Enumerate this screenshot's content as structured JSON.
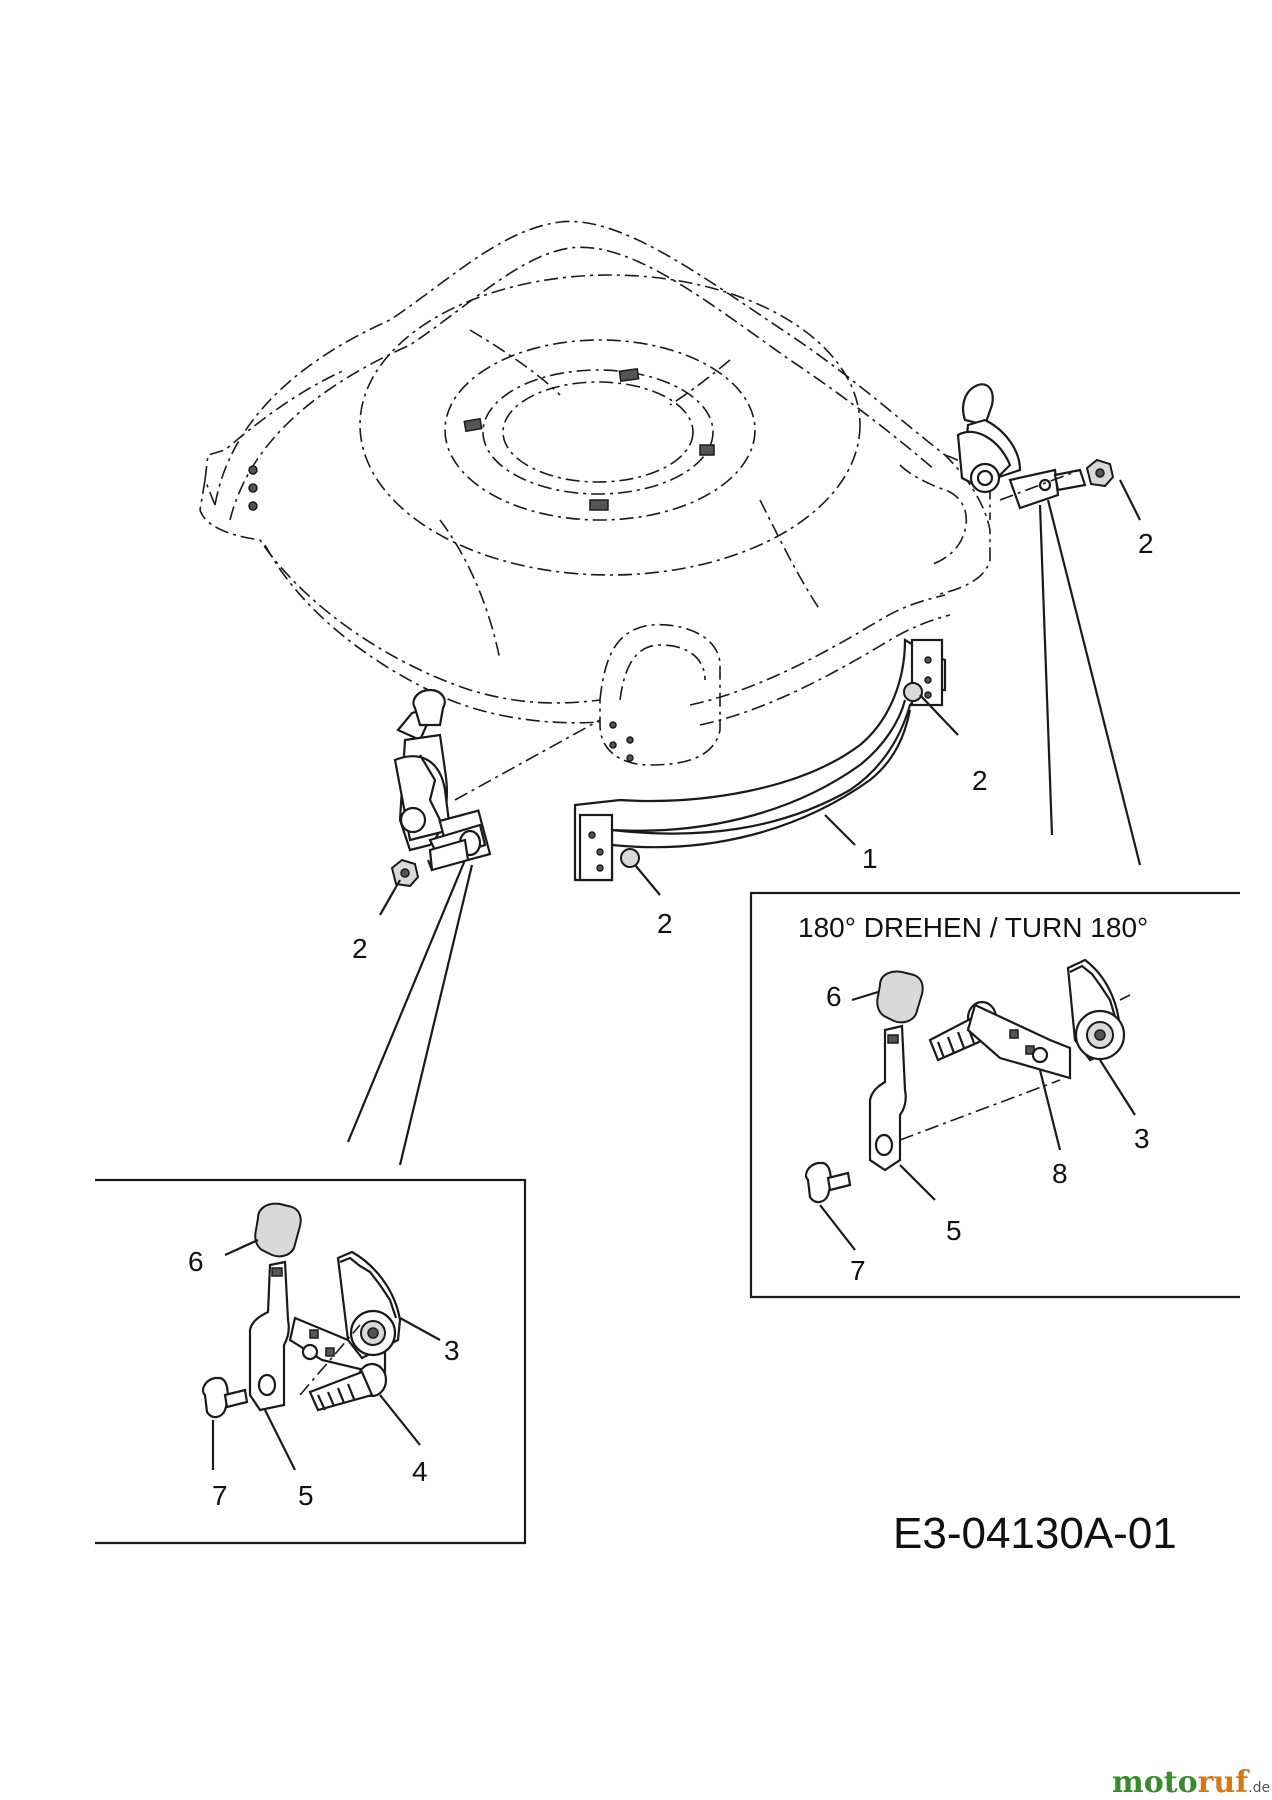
{
  "diagram": {
    "drawing_code": "E3-04130A-01",
    "turn_note": "180° DREHEN / TURN 180°",
    "watermark": {
      "part1": "moto",
      "part2": "ruf",
      "suffix": ".de"
    },
    "callouts": [
      {
        "id": "c1",
        "text": "1"
      },
      {
        "id": "c2a",
        "text": "2"
      },
      {
        "id": "c2b",
        "text": "2"
      },
      {
        "id": "c2c",
        "text": "2"
      },
      {
        "id": "c2d",
        "text": "2"
      },
      {
        "id": "c6l",
        "text": "6"
      },
      {
        "id": "c3l",
        "text": "3"
      },
      {
        "id": "c4l",
        "text": "4"
      },
      {
        "id": "c5l",
        "text": "5"
      },
      {
        "id": "c7l",
        "text": "7"
      },
      {
        "id": "c6r",
        "text": "6"
      },
      {
        "id": "c3r",
        "text": "3"
      },
      {
        "id": "c8r",
        "text": "8"
      },
      {
        "id": "c5r",
        "text": "5"
      },
      {
        "id": "c7r",
        "text": "7"
      }
    ]
  }
}
